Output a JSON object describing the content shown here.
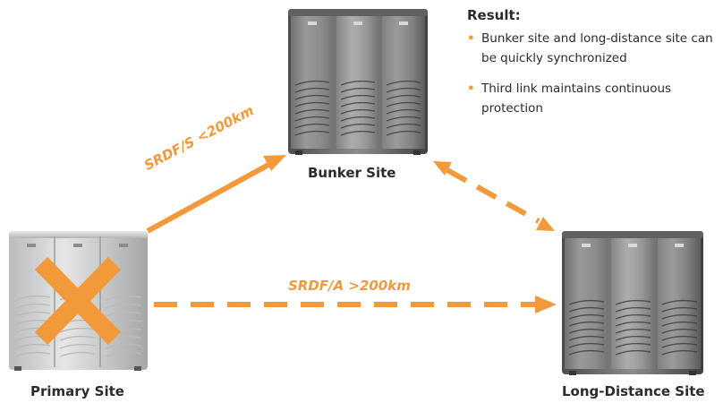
{
  "colors": {
    "accent": "#f29a3a",
    "text": "#2b2b2b"
  },
  "sites": {
    "bunker": "Bunker Site",
    "primary": "Primary Site",
    "long_distance": "Long-Distance Site"
  },
  "primary_status_icon": "failure-x-icon",
  "links": {
    "sync": "SRDF/S <200km",
    "async": "SRDF/A >200km"
  },
  "result": {
    "heading": "Result:",
    "items": [
      "Bunker site and long-distance site can be quickly synchronized",
      "Third link maintains continuous protection"
    ]
  }
}
